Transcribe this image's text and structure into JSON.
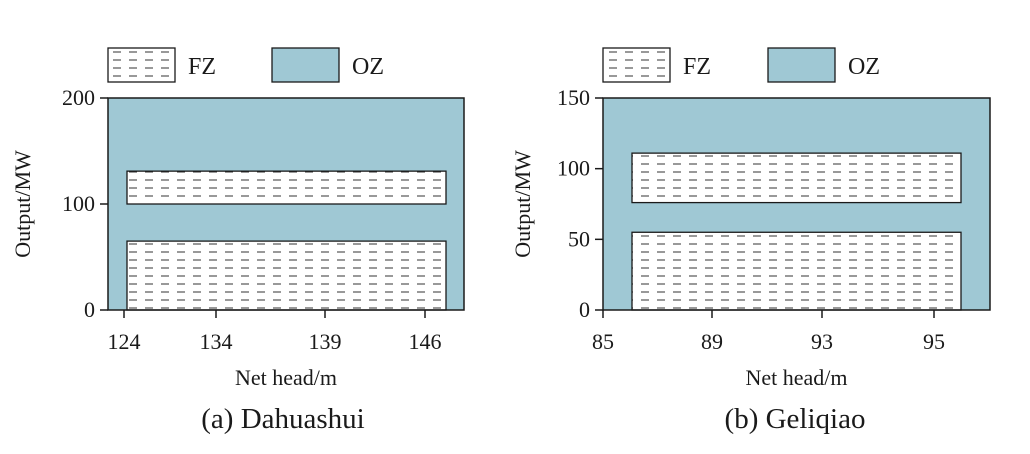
{
  "colors": {
    "oz_fill": "#9fc8d4",
    "fz_fill": "#ffffff",
    "fz_hatch": "#333333",
    "frame": "#1a1a1a"
  },
  "chart_data": [
    {
      "type": "range-bars",
      "caption": "(a) Dahuashui",
      "xlabel": "Net head/m",
      "ylabel": "Output/MW",
      "xticks": [
        "124",
        "134",
        "139",
        "146"
      ],
      "yticks": [
        0,
        100,
        200
      ],
      "ylim": [
        0,
        200
      ],
      "legend": [
        {
          "name": "FZ",
          "pattern": "dashed-hatch"
        },
        {
          "name": "OZ",
          "color": "#9fc8d4"
        }
      ],
      "legend_placement": "top",
      "background_zone": "OZ",
      "forbidden_zones": [
        {
          "name": "FZ",
          "y": [
            0,
            65
          ]
        },
        {
          "name": "FZ",
          "y": [
            100,
            131
          ]
        }
      ]
    },
    {
      "type": "range-bars",
      "caption": "(b) Geliqiao",
      "xlabel": "Net head/m",
      "ylabel": "Output/MW",
      "xticks": [
        "85",
        "89",
        "93",
        "95"
      ],
      "yticks": [
        0,
        50,
        100,
        150
      ],
      "ylim": [
        0,
        150
      ],
      "legend": [
        {
          "name": "FZ",
          "pattern": "dashed-hatch"
        },
        {
          "name": "OZ",
          "color": "#9fc8d4"
        }
      ],
      "legend_placement": "top",
      "background_zone": "OZ",
      "forbidden_zones": [
        {
          "name": "FZ",
          "y": [
            0,
            55
          ]
        },
        {
          "name": "FZ",
          "y": [
            76,
            111
          ]
        }
      ]
    }
  ]
}
